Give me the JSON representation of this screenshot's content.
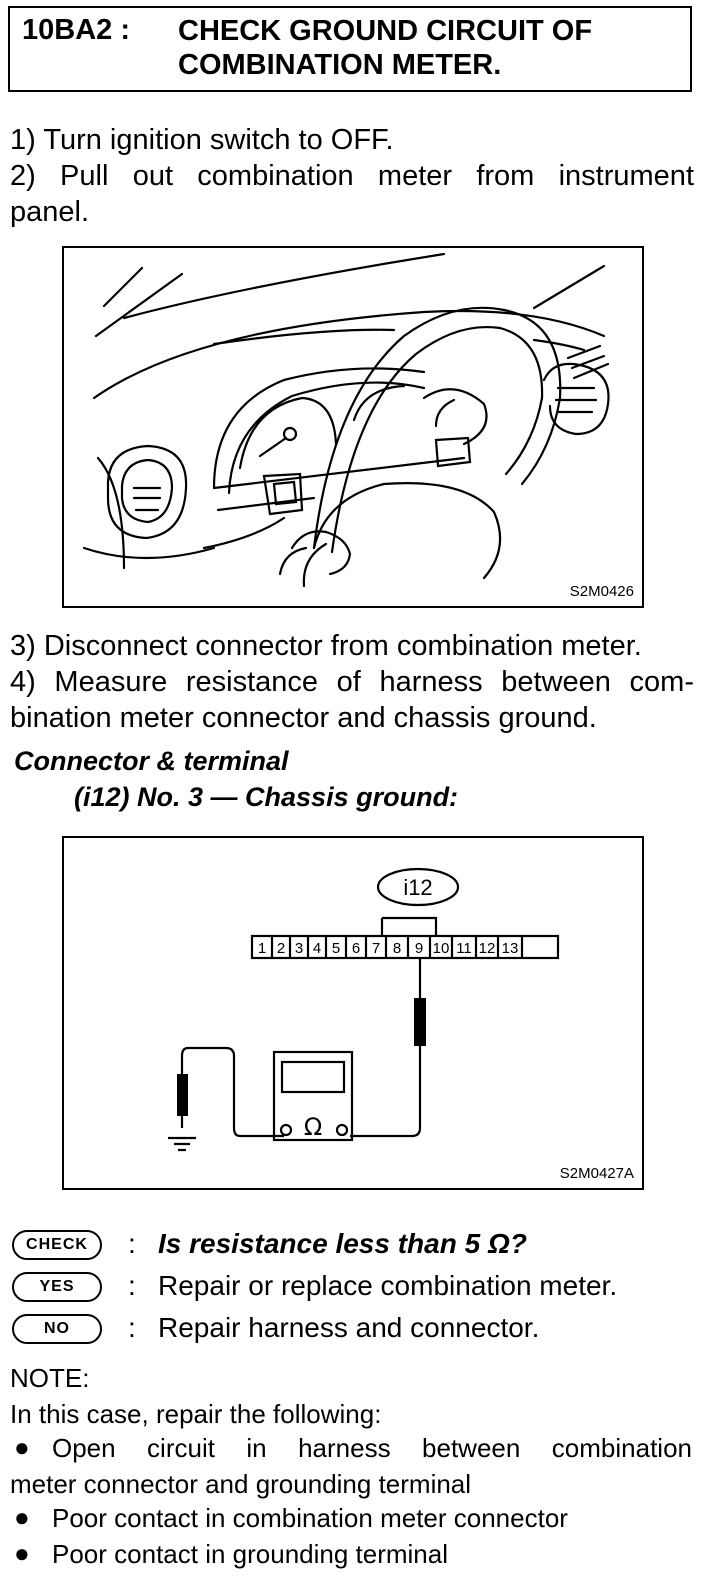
{
  "header": {
    "code": "10BA2 :",
    "title_line1": "CHECK GROUND CIRCUIT OF",
    "title_line2": "COMBINATION METER."
  },
  "steps": {
    "s1": "1)  Turn ignition switch to OFF.",
    "s2a": "2)  Pull  out  combination  meter  from  instrument",
    "s2b": "panel.",
    "s3": "3)  Disconnect connector from combination meter.",
    "s4a": "4)  Measure resistance of harness between com-",
    "s4b": "bination meter connector and chassis ground."
  },
  "figure1": {
    "code": "S2M0426"
  },
  "connector": {
    "heading": "Connector & terminal",
    "subheading": "(i12) No. 3 — Chassis ground:"
  },
  "figure2": {
    "code": "S2M0427A",
    "connector_label": "i12",
    "terminals": [
      "1",
      "2",
      "3",
      "4",
      "5",
      "6",
      "7",
      "8",
      "9",
      "10",
      "11",
      "12",
      "13"
    ],
    "meter_symbol": "Ω"
  },
  "check": {
    "check_badge": "CHECK",
    "check_text": "Is resistance less than 5 Ω?",
    "yes_badge": "YES",
    "yes_text": "Repair or replace combination meter.",
    "no_badge": "NO",
    "no_text": "Repair harness and connector.",
    "colon": ":"
  },
  "note": {
    "label": "NOTE:",
    "intro": "In this case, repair the following:",
    "item1a": "Open  circuit  in  harness  between  combination",
    "item1b": "meter connector and grounding terminal",
    "item2": "Poor contact in combination meter connector",
    "item3": "Poor contact in grounding terminal"
  }
}
